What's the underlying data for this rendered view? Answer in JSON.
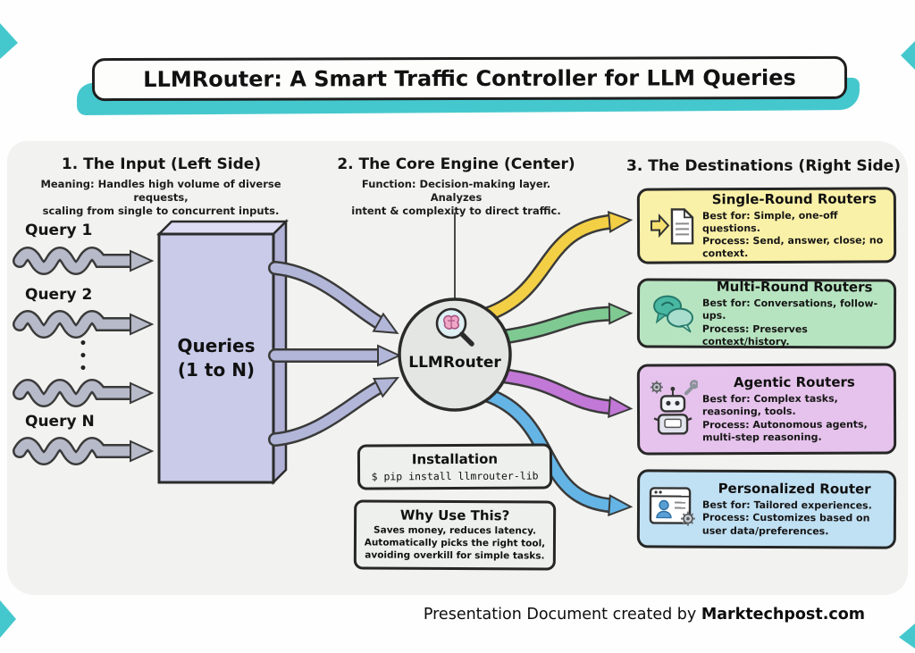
{
  "title": "LLMRouter: A Smart Traffic Controller for LLM Queries",
  "sections": {
    "input": {
      "heading": "1. The Input (Left Side)",
      "subtext": "Meaning: Handles high volume of diverse requests,\nscaling from single to concurrent inputs.",
      "queries": [
        "Query 1",
        "Query 2",
        "Query N"
      ],
      "ellipsis": "•\n•\n•",
      "box_label": "Queries\n(1 to N)"
    },
    "core": {
      "heading": "2. The Core Engine (Center)",
      "subtext": "Function: Decision-making layer. Analyzes\nintent & complexity to direct traffic.",
      "router_label": "LLMRouter"
    },
    "destinations": {
      "heading": "3. The Destinations (Right Side)",
      "cards": [
        {
          "title": "Single-Round Routers",
          "body": "Best for: Simple, one-off questions.\nProcess: Send, answer, close; no context.",
          "color": "#faf1a8",
          "icon": "document-arrow-icon"
        },
        {
          "title": "Multi-Round Routers",
          "body": "Best for: Conversations, follow-ups.\nProcess: Preserves context/history.",
          "color": "#b7e4c0",
          "icon": "chat-bubbles-icon"
        },
        {
          "title": "Agentic Routers",
          "body": "Best for: Complex tasks, reasoning, tools.\nProcess: Autonomous agents, multi-step reasoning.",
          "color": "#e6c3ec",
          "icon": "robot-icon"
        },
        {
          "title": "Personalized Router",
          "body": "Best for: Tailored experiences.\nProcess: Customizes based on user data/preferences.",
          "color": "#c0e0f3",
          "icon": "profile-browser-icon"
        }
      ]
    }
  },
  "installation": {
    "title": "Installation",
    "command": "$ pip install llmrouter-lib"
  },
  "why": {
    "title": "Why Use This?",
    "body": "Saves money, reduces latency.\nAutomatically picks the right tool,\navoiding overkill for simple tasks."
  },
  "footer": {
    "text": "Presentation Document created by ",
    "brand": "Marktechpost.com"
  },
  "colors": {
    "accent_teal": "#45c8cd",
    "queries_box": "#c9cbe9",
    "router_circle": "#e3e6e3",
    "arrow_gray": "#b6bac9",
    "arrow_lavender": "#b2b6d8",
    "arrow_yellow": "#f3cf45",
    "arrow_green": "#7fca92",
    "arrow_purple": "#c278d6",
    "arrow_blue": "#64b5e6"
  }
}
